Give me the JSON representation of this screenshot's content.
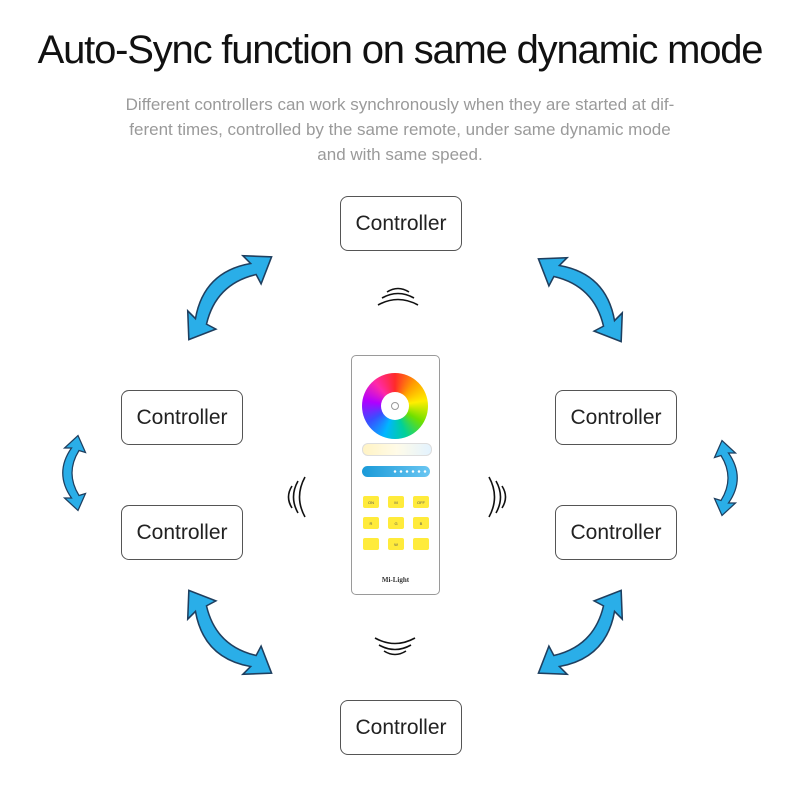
{
  "title": "Auto-Sync function on same dynamic mode",
  "subtitle_lines": [
    "Different controllers can work synchronously when they are started at dif-",
    "ferent times, controlled by the same remote, under same dynamic mode",
    "and with same speed."
  ],
  "controllers": [
    {
      "label": "Controller"
    },
    {
      "label": "Controller"
    },
    {
      "label": "Controller"
    },
    {
      "label": "Controller"
    },
    {
      "label": "Controller"
    },
    {
      "label": "Controller"
    }
  ],
  "remote": {
    "buttons": [
      "ON",
      "M",
      "OFF",
      "R",
      "G",
      "B",
      "",
      "W",
      ""
    ],
    "brand": "Mi-Light"
  },
  "colors": {
    "arrow_fill": "#2aaee8",
    "arrow_stroke": "#1f3f5f",
    "signal": "#111111"
  }
}
